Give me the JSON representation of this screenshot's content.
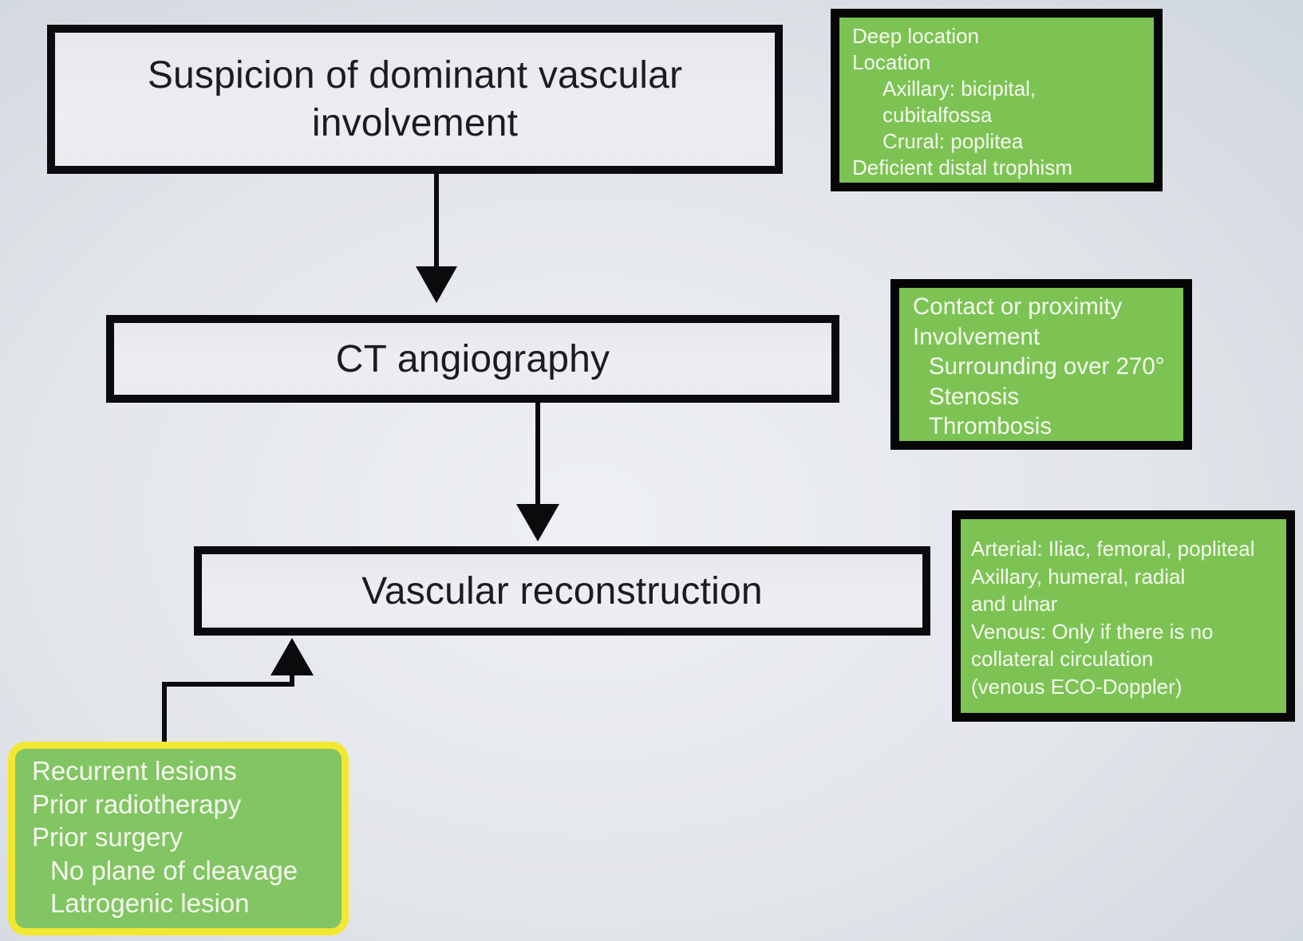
{
  "flow": {
    "step1": {
      "lines": [
        "Suspicion of dominant vascular",
        "involvement"
      ]
    },
    "step2": {
      "title": "CT angiography"
    },
    "step3": {
      "title": "Vascular reconstruction"
    }
  },
  "notes": {
    "criteria_suspicion": {
      "items": [
        {
          "text": "Deep location",
          "level": 0
        },
        {
          "text": "Location",
          "level": 0
        },
        {
          "text": "Axillary: bicipital,",
          "level": 1
        },
        {
          "text": "cubitalfossa",
          "level": 1
        },
        {
          "text": "Crural: poplitea",
          "level": 1
        },
        {
          "text": "Deficient distal trophism",
          "level": 0
        }
      ]
    },
    "criteria_ct": {
      "items": [
        {
          "text": "Contact or proximity",
          "level": 0
        },
        {
          "text": "Involvement",
          "level": 0
        },
        {
          "text": "Surrounding over 270°",
          "level": 1
        },
        {
          "text": "Stenosis",
          "level": 1
        },
        {
          "text": "Thrombosis",
          "level": 1
        }
      ]
    },
    "reconstruction_types": {
      "items": [
        {
          "text": "Arterial: Iliac, femoral, popliteal",
          "level": 0
        },
        {
          "text": "Axillary, humeral, radial",
          "level": 0
        },
        {
          "text": "and ulnar",
          "level": 0
        },
        {
          "text": "Venous: Only if there is no",
          "level": 0
        },
        {
          "text": "collateral circulation",
          "level": 0
        },
        {
          "text": "(venous ECO-Doppler)",
          "level": 0
        }
      ]
    },
    "risk_factors": {
      "items": [
        {
          "text": "Recurrent lesions",
          "level": 0
        },
        {
          "text": "Prior radiotherapy",
          "level": 0
        },
        {
          "text": "Prior surgery",
          "level": 0
        },
        {
          "text": "No plane of cleavage",
          "level": 1
        },
        {
          "text": "Latrogenic lesion",
          "level": 1
        }
      ]
    }
  },
  "colors": {
    "note_green": "#7cc354",
    "risk_green": "#82c563",
    "risk_border_yellow": "#f2e832",
    "box_border": "#0b0b0d",
    "note_text": "#f6f9ef"
  }
}
